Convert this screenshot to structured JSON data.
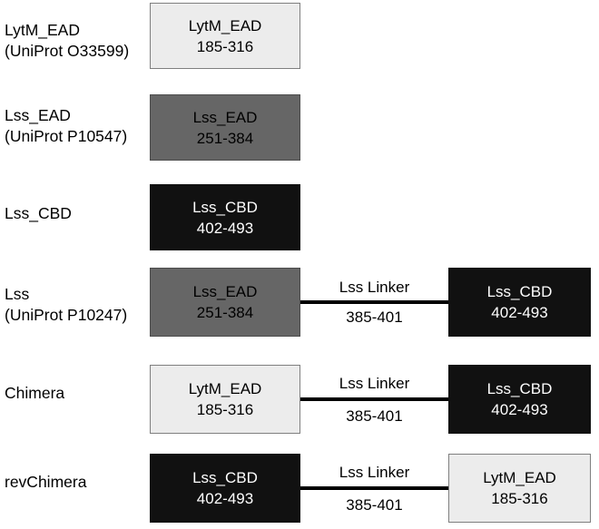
{
  "figure": {
    "type": "protein-domain-architecture-diagram",
    "background_color": "#ffffff",
    "palette": {
      "light_gray_fill": "#ececec",
      "mid_gray_fill": "#666666",
      "black_fill": "#111111",
      "box_border": "#7f7f7f",
      "line_color": "#000000",
      "text_dark": "#000000",
      "text_light": "#ffffff"
    }
  },
  "rows": [
    {
      "id": "lytm-ead",
      "label_line1": "LytM_EAD",
      "label_line2": "(UniProt O33599)",
      "left_box": {
        "name": "LytM_EAD",
        "range": "185-316",
        "fill": "light"
      },
      "linker": null,
      "right_box": null
    },
    {
      "id": "lss-ead",
      "label_line1": "Lss_EAD",
      "label_line2": "(UniProt P10547)",
      "left_box": {
        "name": "Lss_EAD",
        "range": "251-384",
        "fill": "mid"
      },
      "linker": null,
      "right_box": null
    },
    {
      "id": "lss-cbd",
      "label_line1": "Lss_CBD",
      "label_line2": "",
      "left_box": {
        "name": "Lss_CBD",
        "range": "402-493",
        "fill": "dark"
      },
      "linker": null,
      "right_box": null
    },
    {
      "id": "lss",
      "label_line1": "Lss",
      "label_line2": "(UniProt P10247)",
      "left_box": {
        "name": "Lss_EAD",
        "range": "251-384",
        "fill": "mid"
      },
      "linker": {
        "name": "Lss Linker",
        "range": "385-401"
      },
      "right_box": {
        "name": "Lss_CBD",
        "range": "402-493",
        "fill": "dark"
      }
    },
    {
      "id": "chimera",
      "label_line1": "Chimera",
      "label_line2": "",
      "left_box": {
        "name": "LytM_EAD",
        "range": "185-316",
        "fill": "light"
      },
      "linker": {
        "name": "Lss Linker",
        "range": "385-401"
      },
      "right_box": {
        "name": "Lss_CBD",
        "range": "402-493",
        "fill": "dark"
      }
    },
    {
      "id": "revchimera",
      "label_line1": "revChimera",
      "label_line2": "",
      "left_box": {
        "name": "Lss_CBD",
        "range": "402-493",
        "fill": "dark"
      },
      "linker": {
        "name": "Lss Linker",
        "range": "385-401"
      },
      "right_box": {
        "name": "LytM_EAD",
        "range": "185-316",
        "fill": "light"
      }
    }
  ]
}
